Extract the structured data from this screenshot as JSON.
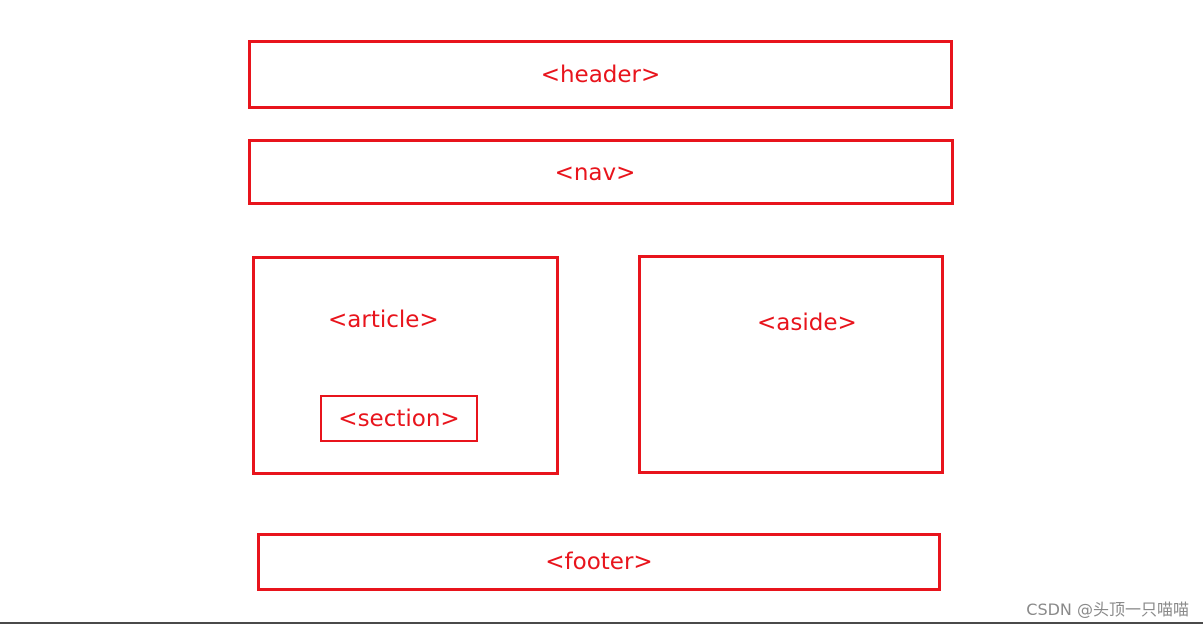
{
  "diagram": {
    "stroke_color": "#e8141c",
    "boxes": {
      "header": {
        "label": "<header>"
      },
      "nav": {
        "label": "<nav>"
      },
      "article": {
        "label": "<article>"
      },
      "section": {
        "label": "<section>"
      },
      "aside": {
        "label": "<aside>"
      },
      "footer": {
        "label": "<footer>"
      }
    }
  },
  "watermark": {
    "text": "CSDN @头顶一只喵喵"
  }
}
